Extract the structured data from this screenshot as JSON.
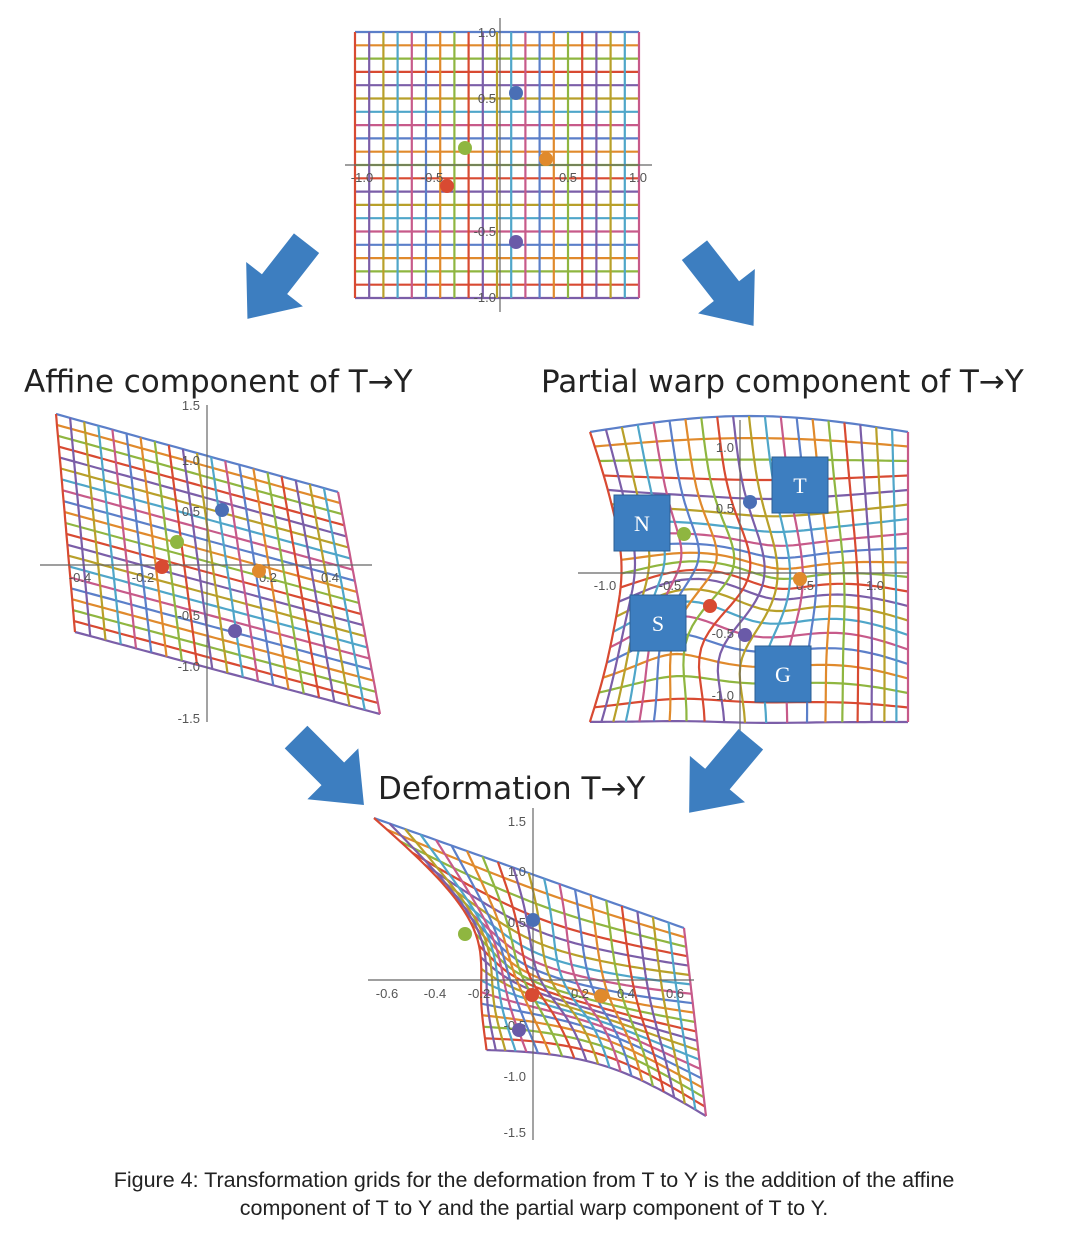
{
  "titles": {
    "affine": "Affine component of T→Y",
    "warp": "Partial warp component of T→Y",
    "deformation": "Deformation T→Y"
  },
  "caption": {
    "line1": "Figure 4: Transformation grids for the deformation from T to Y is the addition of the affine",
    "line2": "component of T to Y and the partial warp component of T to Y."
  },
  "grid_colors": [
    "#5b7fc9",
    "#e08a2c",
    "#8fb640",
    "#d84a32",
    "#7b5ea8",
    "#b8a02a",
    "#4fa6c9",
    "#c75a8a"
  ],
  "landmark_colors": {
    "blue": "#4a6fb5",
    "orange": "#e08a2c",
    "green": "#8fb640",
    "red": "#d84a32",
    "purple": "#6a5aa8"
  },
  "arrow_color": "#3d7ec0",
  "label_box_color": "#3d7ec0",
  "top_panel": {
    "x_ticks": [
      "-1.0",
      "-0.5",
      "0.5",
      "1.0"
    ],
    "y_ticks": [
      "1.0",
      "0.5",
      "-0.5",
      "-1.0"
    ]
  },
  "affine_panel": {
    "x_ticks": [
      "-0.4",
      "-0.2",
      "0.2",
      "0.4"
    ],
    "y_ticks": [
      "1.5",
      "1.0",
      "0.5",
      "-0.5",
      "-1.0",
      "-1.5"
    ]
  },
  "warp_panel": {
    "x_ticks": [
      "-1.0",
      "-0.5",
      "0.5",
      "1.0"
    ],
    "y_ticks": [
      "1.0",
      "0.5",
      "-0.5",
      "-1.0"
    ],
    "labels": [
      "T",
      "N",
      "S",
      "G"
    ]
  },
  "deformation_panel": {
    "x_ticks": [
      "-0.6",
      "-0.4",
      "-0.2",
      "0.2",
      "0.4",
      "0.6"
    ],
    "y_ticks": [
      "1.5",
      "1.0",
      "0.5",
      "-0.5",
      "-1.0",
      "-1.5"
    ]
  }
}
